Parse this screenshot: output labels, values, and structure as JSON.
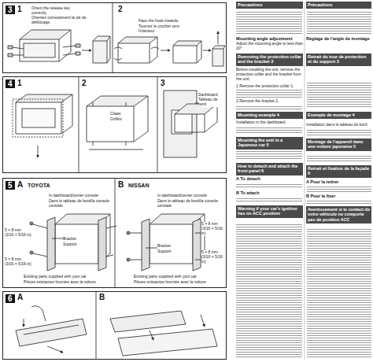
{
  "diagram": {
    "nodes": [
      {
        "text": [
          "3"
        ]
      },
      {
        "text": [
          "4"
        ]
      },
      {
        "text": [
          "5"
        ]
      },
      {
        "text": [
          "6"
        ]
      },
      {
        "text": [
          "Precautions"
        ]
      },
      {
        "text": [
          "Removing the protection collar and the bracket 3"
        ]
      },
      {
        "text": [
          "Mounting example 4"
        ]
      },
      {
        "text": [
          "Mounting the unit in a Japanese car 5"
        ]
      },
      {
        "text": [
          "How to detach and attach the front panel 6"
        ]
      },
      {
        "text": [
          "Warning if your car's ignition has no ACC position"
        ]
      },
      {
        "text": [
          "Précautions"
        ]
      },
      {
        "text": [
          "Retrait du tour de protection et du support 3"
        ]
      },
      {
        "text": [
          "Exemple de montage 4"
        ]
      },
      {
        "text": [
          "Montage de l'appareil dans une voiture japonaise 5"
        ]
      },
      {
        "text": [
          "Retrait et fixation de la façade 6"
        ]
      },
      {
        "text": [
          "Avertissement si le contact de votre véhicule ne comporte pas de position ACC"
        ]
      }
    ],
    "labels": [
      "1",
      "Orient the release key correctly.",
      "Orientez correctement la clé de déblocage.",
      "2",
      "Face the hook inwards.",
      "Tournez le crochet vers l'intérieur.",
      "1",
      "2",
      "3",
      "Claws",
      "Griffes",
      "Dashboard",
      "Tableau de bord",
      "A",
      "TOYOTA",
      "B",
      "NISSAN",
      "In dashboard/center console",
      "Dans le tableau de bord/la console centrale",
      "5 × 8 mm",
      "(3/16 × 5/16 in)",
      "5 × 8 mm",
      "(3/16 × 5/16 in)",
      "Bracket",
      "Support",
      "Existing parts supplied with your car",
      "Pièces existantes fournies avec la voiture",
      "In dashboard/center console",
      "Dans le tableau de bord/la console centrale",
      "5 × 8 mm",
      "(3/16 × 5/16 in)",
      "5 × 8 mm",
      "(3/16 × 5/16 in)",
      "Bracket",
      "Support",
      "Existing parts supplied with your car",
      "Pièces existantes fournies avec la voiture",
      "A",
      "B",
      "Mounting angle adjustment",
      "Adjust the mounting angle to less than 20°.",
      "Before installing the unit, remove the protection collar and the bracket from the unit.",
      "1 Remove the protection collar 1.",
      "2 Remove the bracket 2.",
      "Installation in the dashboard",
      "A To detach",
      "B To attach",
      "Réglage de l'angle de montage",
      "Installation dans le tableau de bord",
      "A Pour la retirer",
      "B Pour la fixer"
    ]
  }
}
